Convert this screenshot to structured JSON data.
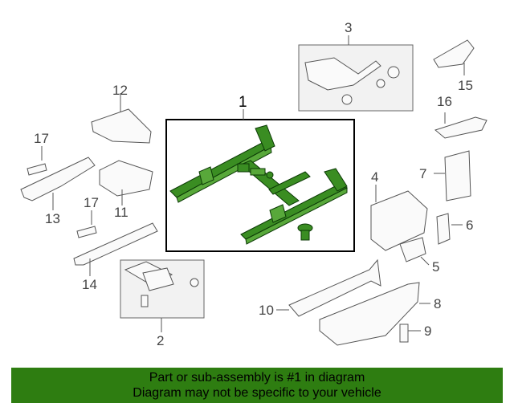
{
  "diagram": {
    "callouts": [
      {
        "id": "1",
        "label": "1"
      },
      {
        "id": "2",
        "label": "2"
      },
      {
        "id": "3",
        "label": "3"
      },
      {
        "id": "4",
        "label": "4"
      },
      {
        "id": "5",
        "label": "5"
      },
      {
        "id": "6",
        "label": "6"
      },
      {
        "id": "7",
        "label": "7"
      },
      {
        "id": "8",
        "label": "8"
      },
      {
        "id": "9",
        "label": "9"
      },
      {
        "id": "10",
        "label": "10"
      },
      {
        "id": "11",
        "label": "11"
      },
      {
        "id": "12",
        "label": "12"
      },
      {
        "id": "13",
        "label": "13"
      },
      {
        "id": "14",
        "label": "14"
      },
      {
        "id": "15",
        "label": "15"
      },
      {
        "id": "16",
        "label": "16"
      },
      {
        "id": "17a",
        "label": "17"
      },
      {
        "id": "17b",
        "label": "17"
      }
    ],
    "highlighted_part": "1",
    "highlight_color": "#2e7d11"
  },
  "banner": {
    "line1": "Part or sub-assembly is #1 in diagram",
    "line2": "Diagram may not be specific to your vehicle",
    "color": "#2e7d11"
  }
}
